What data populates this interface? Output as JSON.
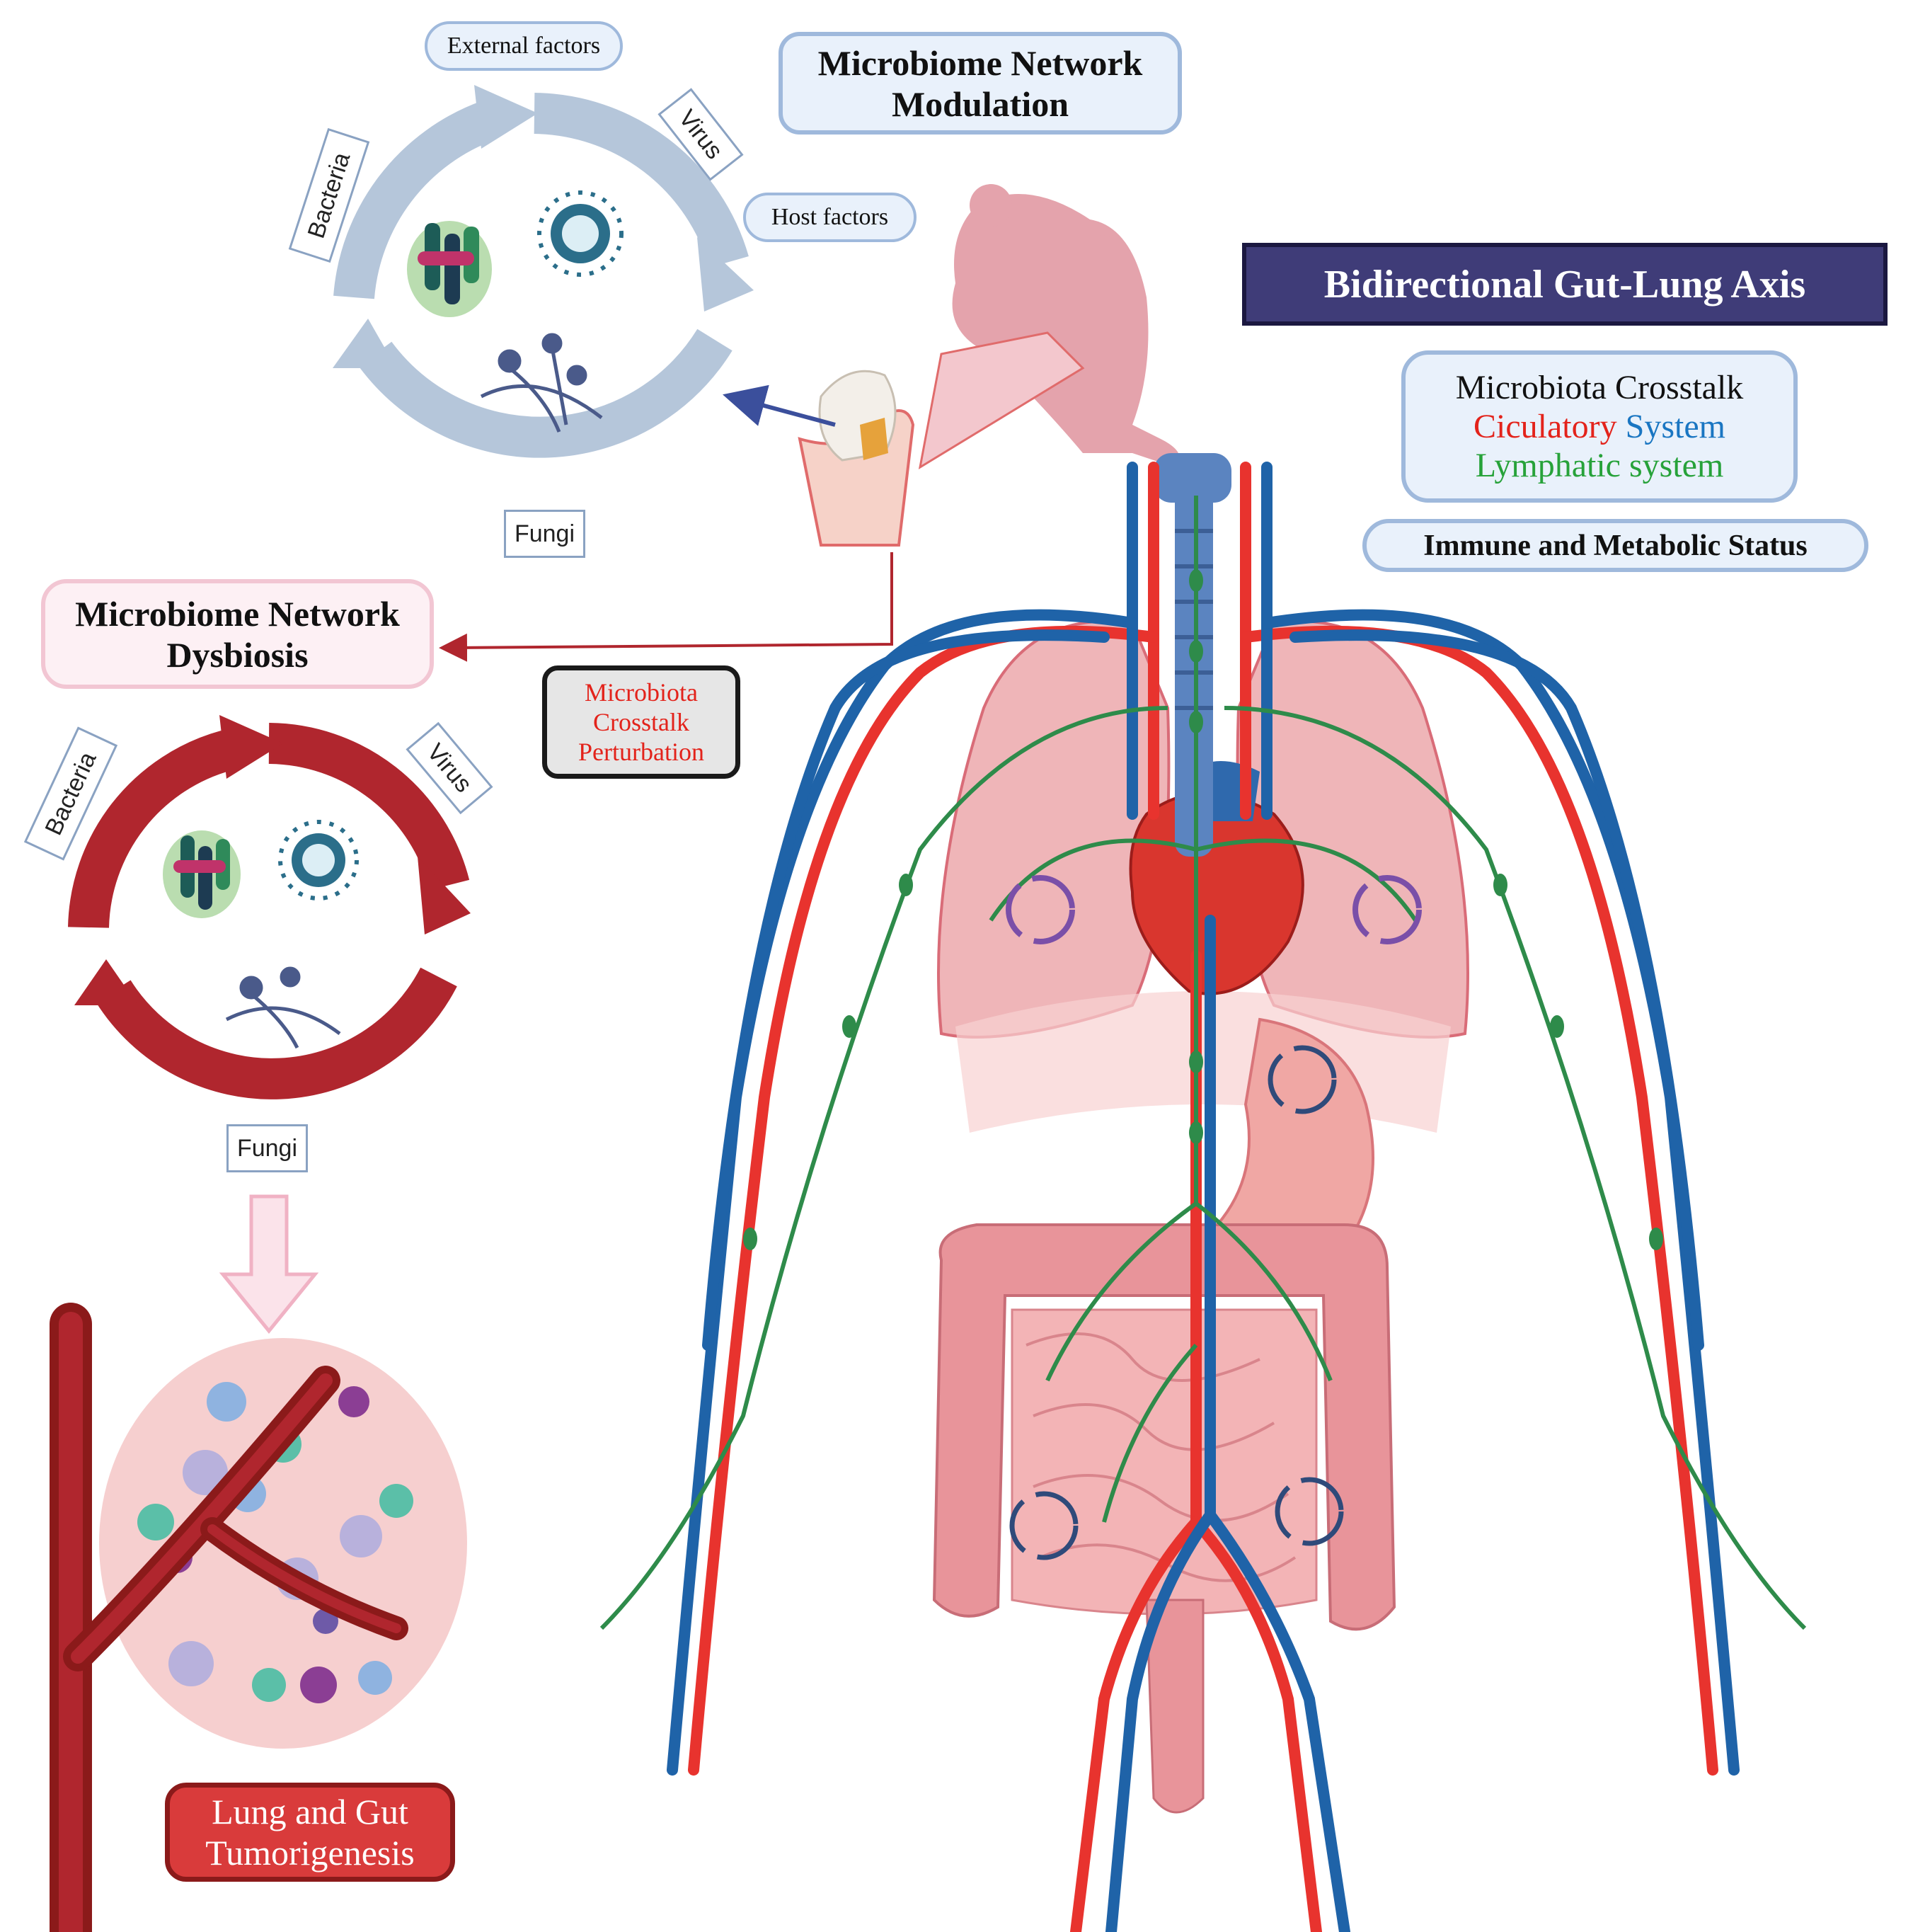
{
  "modulation": {
    "title_line1": "Microbiome Network",
    "title_line2": "Modulation",
    "external_factors": "External factors",
    "host_factors": "Host factors",
    "bacteria": "Bacteria",
    "virus": "Virus",
    "fungi": "Fungi"
  },
  "dysbiosis": {
    "title_line1": "Microbiome Network",
    "title_line2": "Dysbiosis",
    "bacteria": "Bacteria",
    "virus": "Virus",
    "fungi": "Fungi"
  },
  "perturbation": {
    "line1": "Microbiota",
    "line2": "Crosstalk",
    "line3": "Perturbation"
  },
  "axis_title": "Bidirectional Gut-Lung Axis",
  "crosstalk": {
    "line1": "Microbiota Crosstalk",
    "circulatory_word": "Ciculatory",
    "system_word": "System",
    "lymphatic": "Lymphatic system"
  },
  "immune_status": "Immune and Metabolic Status",
  "tumorigenesis": {
    "line1": "Lung and Gut",
    "line2": "Tumorigenesis"
  },
  "colors": {
    "healthy_ring": "#b5c6da",
    "dysbiosis_ring": "#b0262e",
    "artery": "#e8332e",
    "vein": "#1f63a8",
    "lymph": "#2e8b4a",
    "title_bg": "#3f3c78"
  }
}
